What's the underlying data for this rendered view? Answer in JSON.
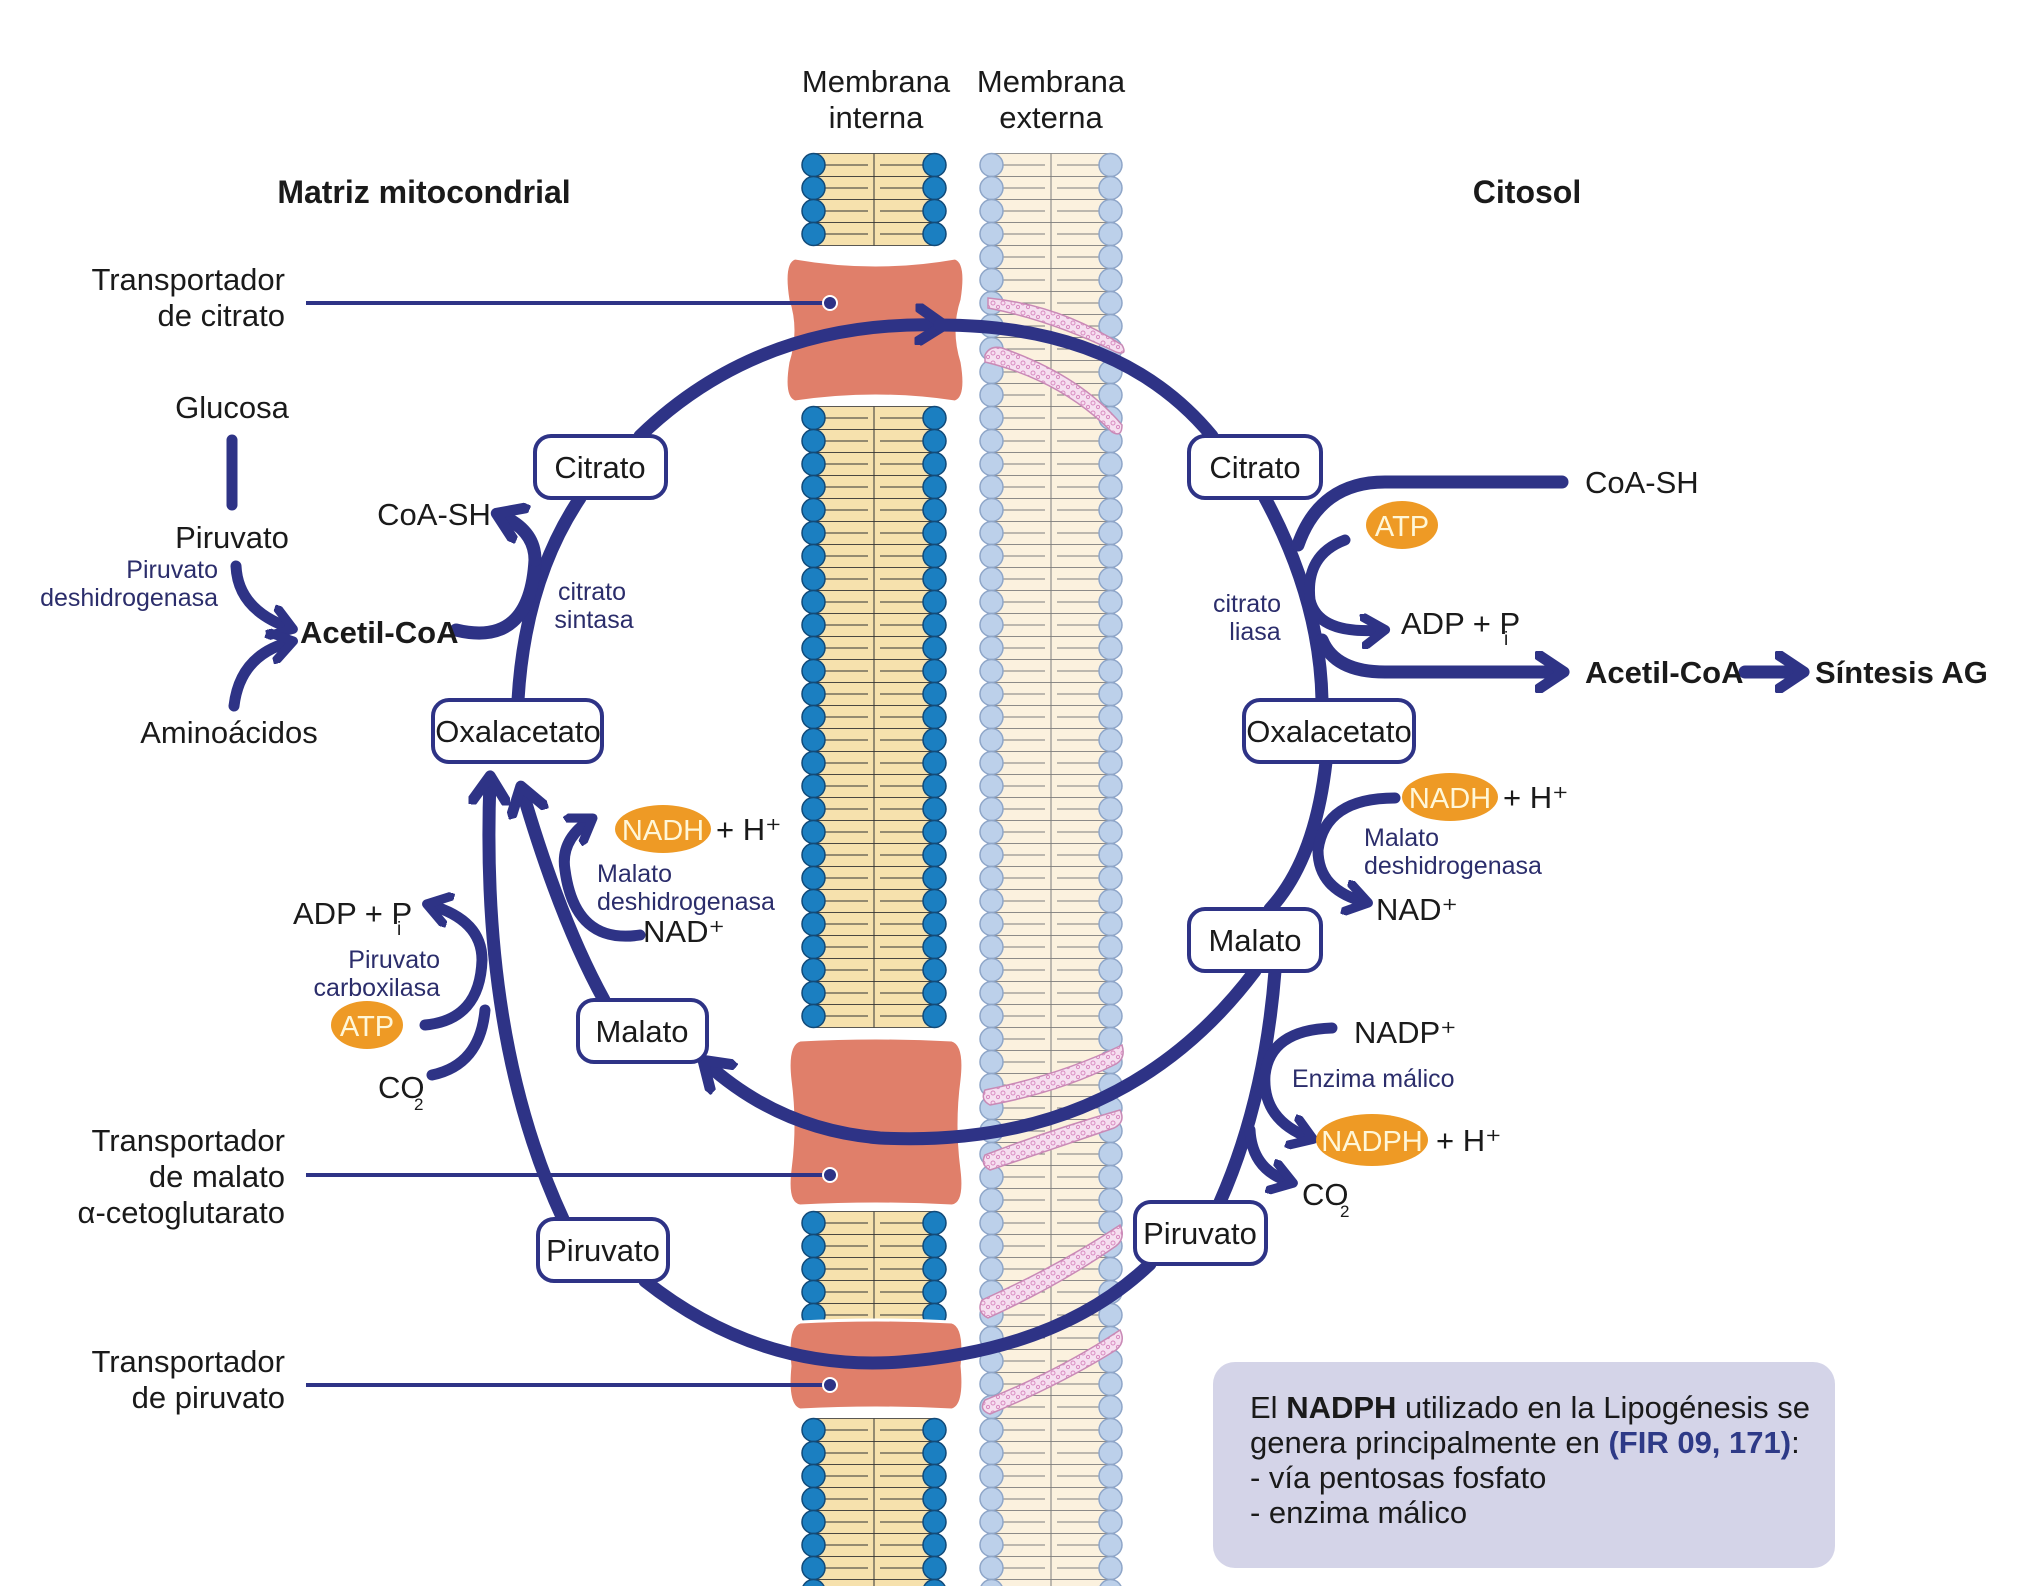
{
  "headers": {
    "membrana_interna": [
      "Membrana",
      "interna"
    ],
    "membrana_externa": [
      "Membrana",
      "externa"
    ],
    "matriz": "Matriz mitocondrial",
    "citosol": "Citosol"
  },
  "transporters": {
    "citrato": [
      "Transportador",
      "de citrato"
    ],
    "malato": [
      "Transportador",
      "de malato",
      "α-cetoglutarato"
    ],
    "piruvato": [
      "Transportador",
      "de piruvato"
    ]
  },
  "matrix": {
    "glucosa": "Glucosa",
    "piruvato": "Piruvato",
    "pdh_enzyme": [
      "Piruvato",
      "deshidrogenasa"
    ],
    "acetil_coa": "Acetil-CoA",
    "aminoacidos": "Aminoácidos",
    "coa_sh": "CoA-SH",
    "citrato_sintasa": [
      "citrato",
      "sintasa"
    ],
    "nodes": {
      "citrato": "Citrato",
      "oxalacetato": "Oxalacetato",
      "malato": "Malato",
      "piruvato": "Piruvato"
    },
    "nadh": "NADH",
    "h_plus": "+ H⁺",
    "mdh_enzyme": [
      "Malato",
      "deshidrogenasa"
    ],
    "nad_plus": "NAD⁺",
    "adp_pi": "ADP + P",
    "pi_sub": "i",
    "pc_enzyme": [
      "Piruvato",
      "carboxilasa"
    ],
    "atp": "ATP",
    "co2": "CO",
    "co2_sub": "2"
  },
  "cytosol": {
    "nodes": {
      "citrato": "Citrato",
      "oxalacetato": "Oxalacetato",
      "malato": "Malato",
      "piruvato": "Piruvato"
    },
    "coa_sh": "CoA-SH",
    "atp": "ATP",
    "citrato_liasa": [
      "citrato",
      "liasa"
    ],
    "adp_pi": "ADP + P",
    "pi_sub": "i",
    "acetil_coa": "Acetil-CoA",
    "sintesis_ag": "Síntesis AG",
    "nadh": "NADH",
    "h_plus": "+ H⁺",
    "mdh_enzyme": [
      "Malato",
      "deshidrogenasa"
    ],
    "nad_plus": "NAD⁺",
    "nadp_plus": "NADP⁺",
    "enzima_malico": "Enzima málico",
    "nadph": "NADPH",
    "h_plus_2": "+ H⁺",
    "co2": "CO",
    "co2_sub": "2"
  },
  "note": {
    "line1_pre": "El ",
    "line1_bold": "NADPH",
    "line1_post": " utilizado en la Lipogénesis se",
    "line2_pre": "genera principalmente en ",
    "line2_ref": "(FIR 09, 171)",
    "line2_post": ":",
    "line3": "- vía pentosas fosfato",
    "line4": "- enzima málico"
  },
  "colors": {
    "arrow": "#2e3386",
    "transporter": "#e07f6a",
    "inner_head": "#1b7fc1",
    "inner_tail": "#f6e1ad",
    "outer_head": "#bcd0ea",
    "outer_tail": "#fbf1de",
    "pill": "#ee9a25",
    "note_bg": "#d4d4e8"
  }
}
